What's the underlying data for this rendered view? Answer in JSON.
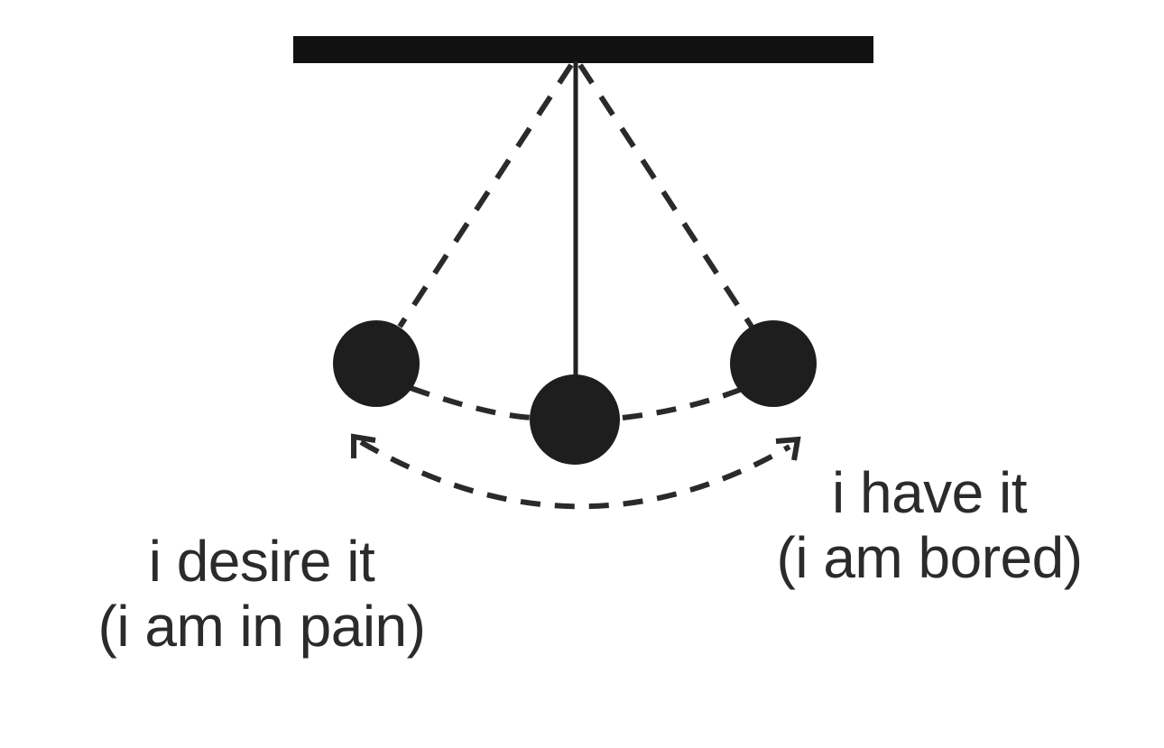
{
  "labels": {
    "left": {
      "line1": "i desire it",
      "line2": "(i am in pain)"
    },
    "right": {
      "line1": "i have it",
      "line2": "(i am bored)"
    }
  },
  "colors": {
    "ink": "#1e1e1e",
    "text": "#2b2b2b",
    "background": "#ffffff"
  }
}
